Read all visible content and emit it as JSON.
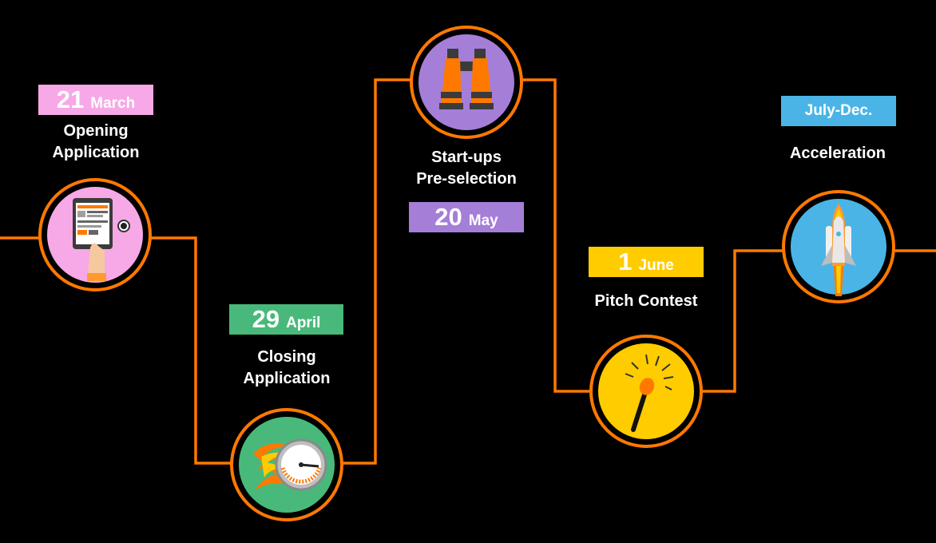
{
  "milestones": [
    {
      "date_number": "21",
      "date_month": "March",
      "title_lines": [
        "Opening",
        "Application"
      ],
      "icon": "tablet-icon",
      "color": "#f7a8e6"
    },
    {
      "date_number": "29",
      "date_month": "April",
      "title_lines": [
        "Closing",
        "Application"
      ],
      "icon": "speedometer-icon",
      "color": "#48b97a"
    },
    {
      "date_number": "20",
      "date_month": "May",
      "title_lines": [
        "Start-ups",
        "Pre-selection"
      ],
      "icon": "binoculars-icon",
      "color": "#a57ed8"
    },
    {
      "date_number": "1",
      "date_month": "June",
      "title_lines": [
        "Pitch Contest"
      ],
      "icon": "match-icon",
      "color": "#ffcc00"
    },
    {
      "date_text": "July-Dec.",
      "title_lines": [
        "Acceleration"
      ],
      "icon": "rocket-icon",
      "color": "#4bb4e6"
    }
  ],
  "colors": {
    "line": "#ff7900",
    "background": "#000000",
    "text": "#ffffff"
  }
}
